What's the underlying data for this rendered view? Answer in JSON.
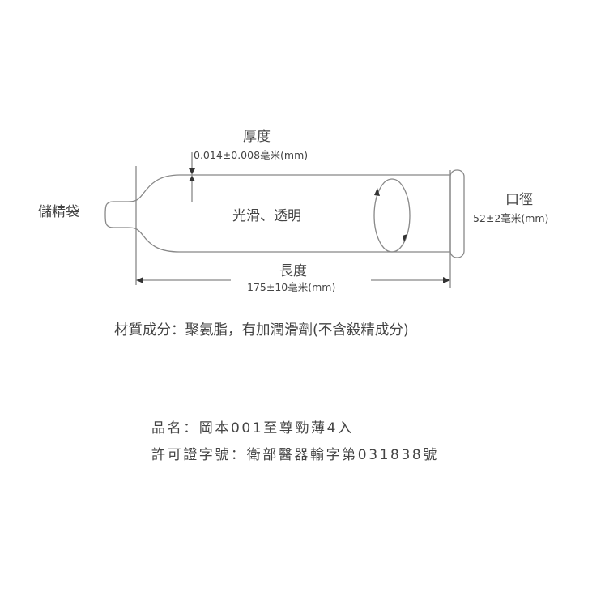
{
  "diagram": {
    "thickness_label": "厚度",
    "thickness_value": "0.014±0.008毫米(mm)",
    "surface_label": "光滑、透明",
    "reservoir_label": "儲精袋",
    "diameter_label": "口徑",
    "diameter_value": "52±2毫米(mm)",
    "length_label": "長度",
    "length_value": "175±10毫米(mm)"
  },
  "material": "材質成分：聚氨脂，有加潤滑劑(不含殺精成分)",
  "product_name": "品名：岡本001至尊勁薄4入",
  "license": "許可證字號：衛部醫器輸字第031838號",
  "colors": {
    "line": "#888888",
    "text": "#444444"
  }
}
